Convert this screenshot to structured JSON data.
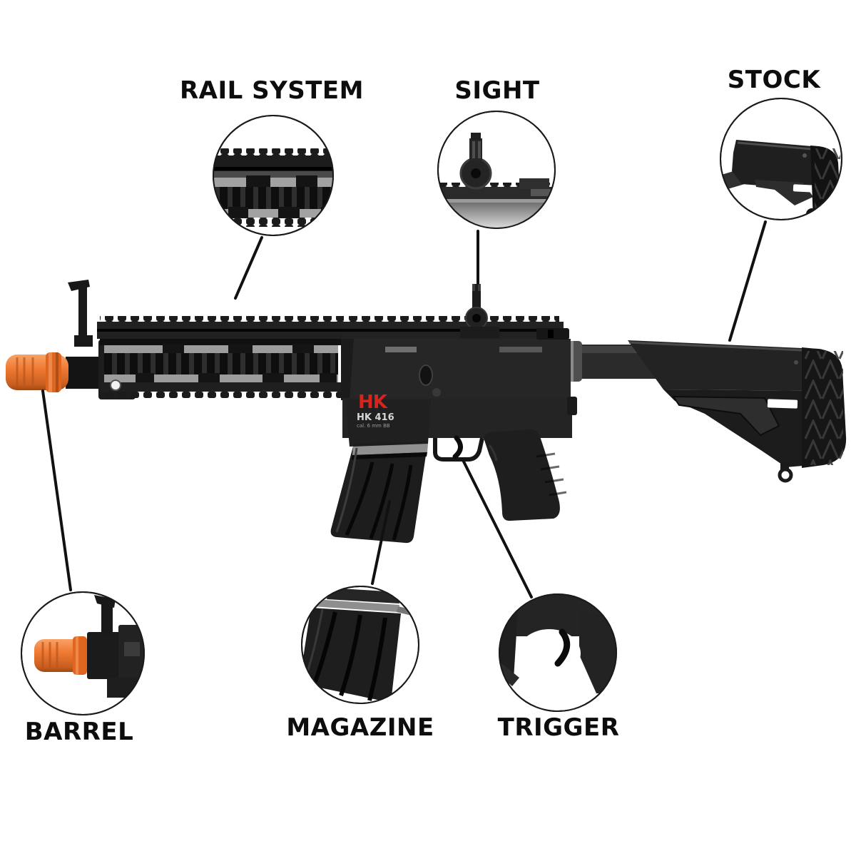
{
  "diagram": {
    "subject": "HK 416 airsoft rifle labeled parts diagram",
    "callouts": [
      {
        "id": "rail-system",
        "label": "RAIL SYSTEM"
      },
      {
        "id": "sight",
        "label": "SIGHT"
      },
      {
        "id": "stock",
        "label": "STOCK"
      },
      {
        "id": "barrel",
        "label": "BARREL"
      },
      {
        "id": "magazine",
        "label": "MAGAZINE"
      },
      {
        "id": "trigger",
        "label": "TRIGGER"
      }
    ],
    "branding": {
      "logo_text": "HK",
      "model_text": "HK 416",
      "caliber_text": "cal. 6 mm BB"
    },
    "colors": {
      "background": "#ffffff",
      "label_text": "#0d0d0d",
      "callout_line": "#111111",
      "circle_stroke": "#1a1a1a",
      "gun_black": "#1e1e1e",
      "rail_gray": "#9c9c9c",
      "muzzle_orange": "#ee7434",
      "hk_logo_red": "#d8231f"
    }
  }
}
